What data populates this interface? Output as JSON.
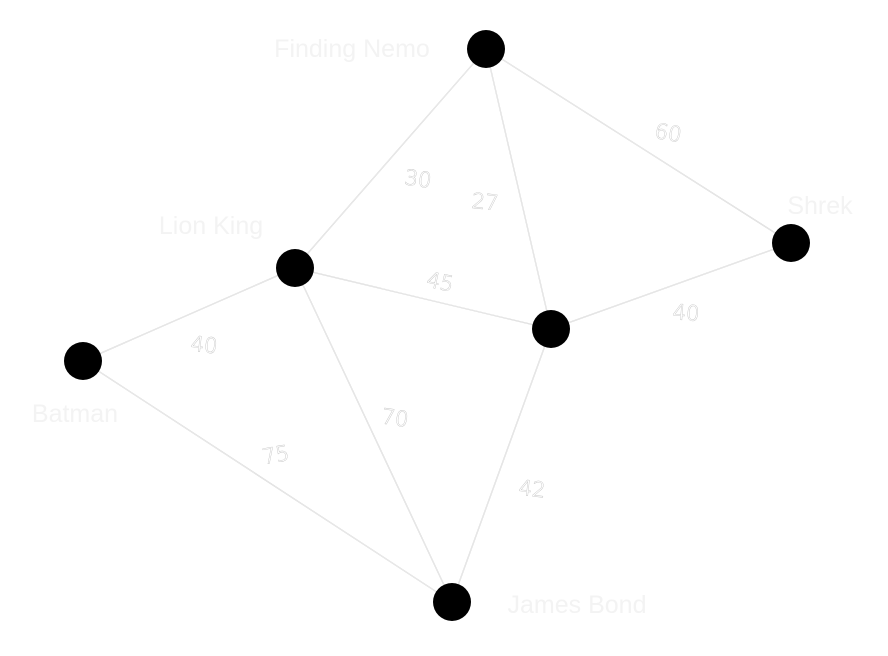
{
  "graph": {
    "nodes": [
      {
        "id": "finding-nemo",
        "label": "Finding Nemo"
      },
      {
        "id": "shrek",
        "label": "Shrek"
      },
      {
        "id": "lion-king",
        "label": "Lion King"
      },
      {
        "id": "hub",
        "label": ""
      },
      {
        "id": "batman",
        "label": "Batman"
      },
      {
        "id": "james-bond",
        "label": "James Bond"
      }
    ],
    "edges": [
      {
        "from": "finding-nemo",
        "to": "lion-king",
        "weight": "30"
      },
      {
        "from": "finding-nemo",
        "to": "hub",
        "weight": "27"
      },
      {
        "from": "finding-nemo",
        "to": "shrek",
        "weight": "60"
      },
      {
        "from": "lion-king",
        "to": "hub",
        "weight": "45"
      },
      {
        "from": "hub",
        "to": "shrek",
        "weight": "40"
      },
      {
        "from": "batman",
        "to": "lion-king",
        "weight": "40"
      },
      {
        "from": "lion-king",
        "to": "james-bond",
        "weight": "70"
      },
      {
        "from": "hub",
        "to": "james-bond",
        "weight": "42"
      },
      {
        "from": "batman",
        "to": "james-bond",
        "weight": "75"
      }
    ]
  }
}
